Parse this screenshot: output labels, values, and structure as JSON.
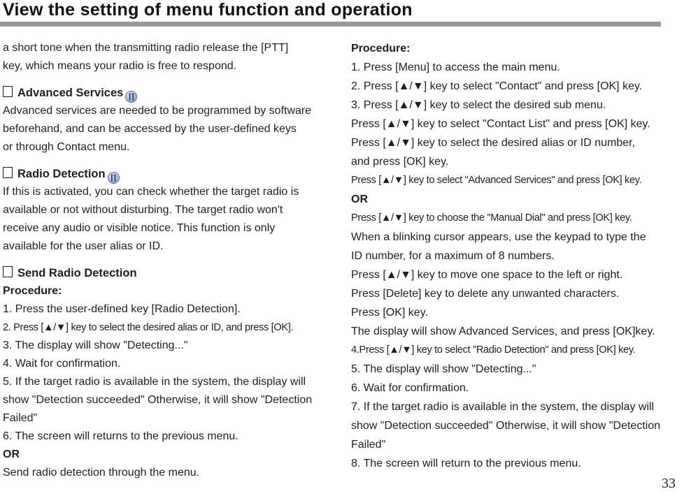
{
  "page": {
    "title": "View the setting of menu function and operation",
    "page_number": "33"
  },
  "badge": {
    "glyph": "∏"
  },
  "left": {
    "lines": [
      "a short tone when the transmitting radio release the [PTT]",
      "key, which means your radio is free to respond.",
      "Advanced Services",
      "Advanced services are needed to be programmed by software",
      "beforehand, and can be accessed by the user-defined keys",
      "or through Contact menu.",
      "Radio Detection",
      "If this is activated, you can check whether the target radio is",
      "available or not without disturbing. The target radio won't",
      "receive any audio or visible notice. This function is only",
      "available for the user alias or ID.",
      "Send Radio Detection",
      "Procedure:",
      "1. Press the user-defined key [Radio Detection].",
      "2. Press [▲/▼] key to select the desired alias or ID, and press [OK].",
      "3. The display will show \"Detecting...\"",
      "4. Wait for confirmation.",
      "5. If the target radio is available in the system, the display will",
      "show \"Detection succeeded\" Otherwise, it will show \"Detection",
      "Failed\"",
      "6. The screen will returns to the previous menu.",
      "OR",
      "Send radio detection through the menu."
    ]
  },
  "right": {
    "lines": [
      "Procedure:",
      "1. Press [Menu] to access the main menu.",
      "2. Press [▲/▼] key to select \"Contact\" and press [OK] key.",
      "3. Press [▲/▼] key to select the desired sub menu.",
      "Press [▲/▼] key to select \"Contact List\" and press [OK] key.",
      "Press [▲/▼] key to select the desired alias or ID number,",
      "and press [OK] key.",
      "Press [▲/▼] key to select \"Advanced Services\" and press [OK] key.",
      "OR",
      "Press [▲/▼] key to choose the \"Manual Dial\" and press [OK] key.",
      "When a blinking cursor appears, use the keypad to type the",
      "ID number, for a maximum of 8 numbers.",
      "Press [▲/▼] key to move one space to the left or right.",
      "Press [Delete] key to delete any unwanted characters.",
      "Press [OK] key.",
      "The display will show Advanced Services, and press [OK]key.",
      "4.Press [▲/▼] key to select \"Radio Detection\" and press [OK] key.",
      "5. The display will show \"Detecting...\"",
      "6. Wait for confirmation.",
      "7. If the target radio is available in the system, the display will",
      "show \"Detection succeeded\" Otherwise, it will show \"Detection",
      "Failed\"",
      "8. The screen will return to the previous menu."
    ]
  }
}
